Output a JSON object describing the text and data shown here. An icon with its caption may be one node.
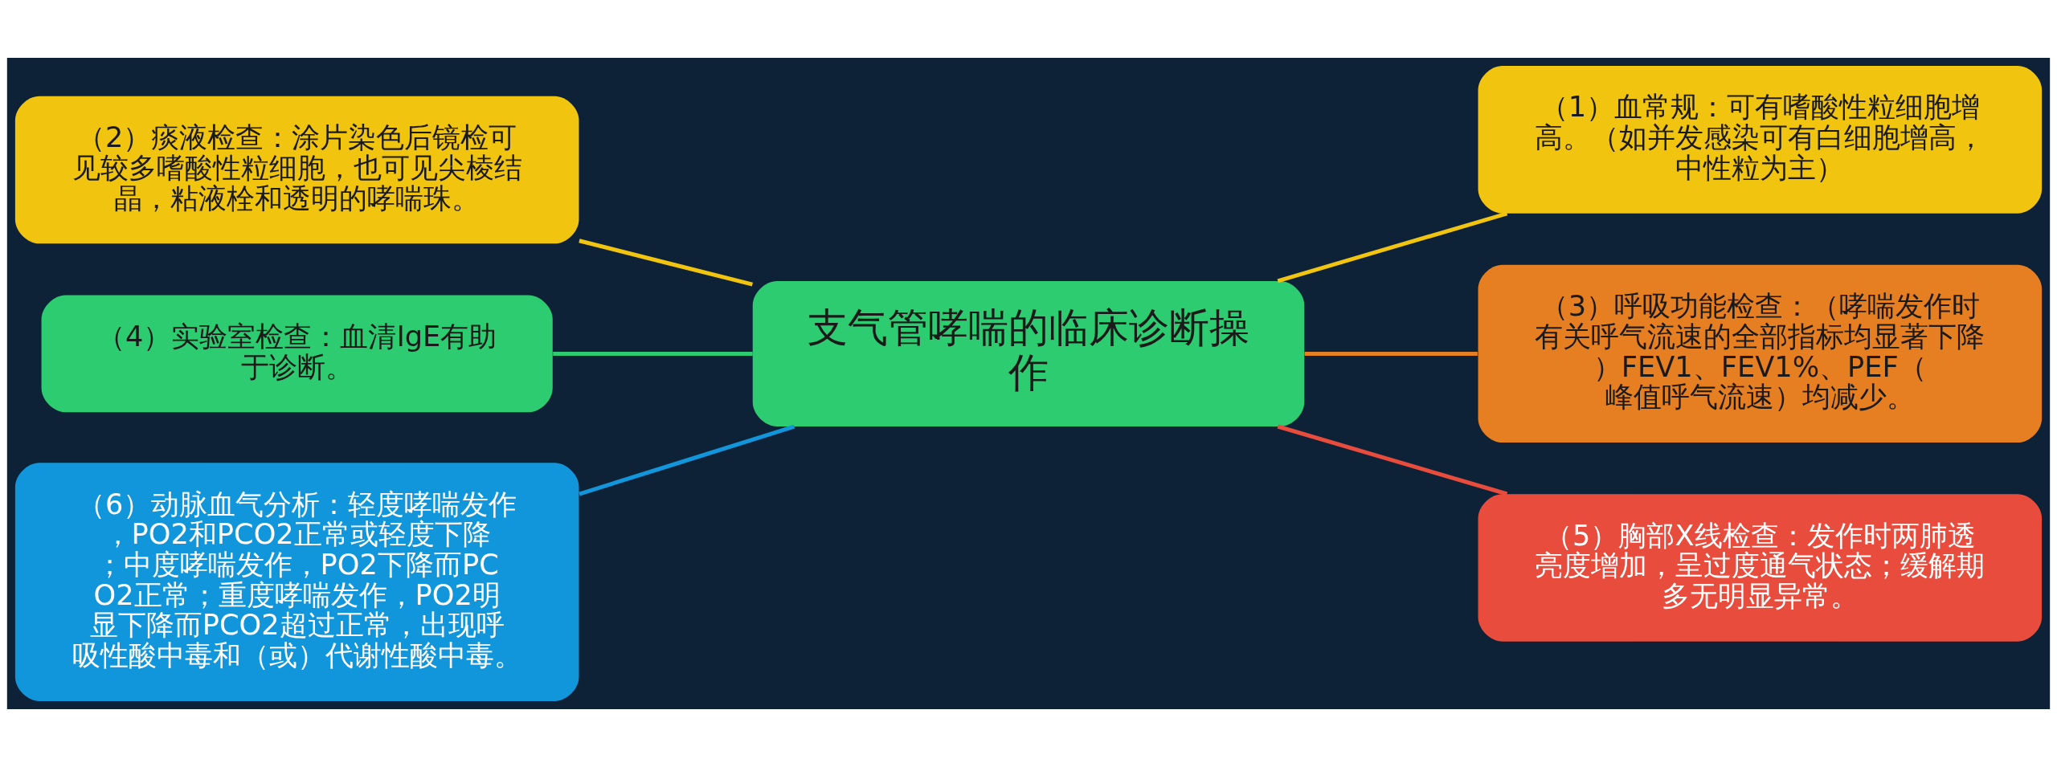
{
  "diagram": {
    "nodes": [
      {
        "text": [
          "支气管哮喘的临床诊断操作"
        ]
      },
      {
        "text": [
          "（1）血常规：可有嗜酸性粒细胞增高。（如并发感染可有白细胞增高，中性粒为主）"
        ]
      },
      {
        "text": [
          "（2）痰液检查：涂片染色后镜检可见较多嗜酸性粒细胞，也可见尖棱结晶，粘液栓和透明的哮喘珠。"
        ]
      },
      {
        "text": [
          "（3）呼吸功能检查：（哮喘发作时有关呼气流速的全部指标均显著下降）FEV1、FEV1%、PEF（峰值呼气流速）均减少。"
        ]
      },
      {
        "text": [
          "（4）实验室检查：血清IgE有助于诊断。"
        ]
      },
      {
        "text": [
          "（5）胸部X线检查：发作时两肺透亮度增加，呈过度通气状态；缓解期多无明显异常。"
        ]
      },
      {
        "text": [
          "（6）动脉血气分析：轻度哮喘发作，PO2和PCO2正常或轻度下降；中度哮喘发作，PO2下降而PCO2正常；重度哮喘发作，PO2明显下降而PCO2超过正常，出现呼吸性酸中毒和（或）代谢性酸中毒。"
        ]
      }
    ],
    "edges": [
      {
        "from": 0,
        "to": 1,
        "arrow": "none",
        "color": "#f1c40f"
      },
      {
        "from": 2,
        "to": 0,
        "arrow": "none",
        "color": "#f1c40f"
      },
      {
        "from": 0,
        "to": 3,
        "arrow": "none",
        "color": "#e67e22"
      },
      {
        "from": 4,
        "to": 0,
        "arrow": "none",
        "color": "#2ecc71"
      },
      {
        "from": 0,
        "to": 5,
        "arrow": "none",
        "color": "#e74c3c"
      },
      {
        "from": 6,
        "to": 0,
        "arrow": "none",
        "color": "#1296db"
      }
    ]
  }
}
